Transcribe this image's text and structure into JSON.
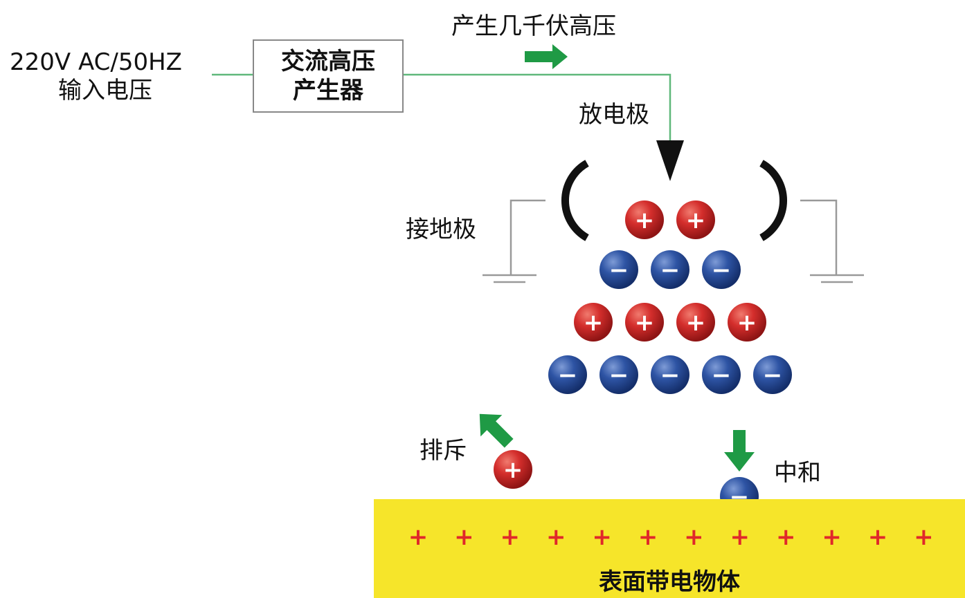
{
  "input": {
    "voltage": "220V AC/50HZ",
    "label": "输入电压"
  },
  "generator": {
    "line1": "交流高压",
    "line2": "产生器"
  },
  "output_label": "产生几千伏高压",
  "discharge_electrode": "放电极",
  "ground_electrode": "接地极",
  "repel_label": "排斥",
  "neutralize_label": "中和",
  "surface_label": "表面带电物体",
  "ions": {
    "positive_symbol": "+",
    "negative_symbol": "−",
    "rows": [
      {
        "charge": "positive",
        "count": 2
      },
      {
        "charge": "negative",
        "count": 3
      },
      {
        "charge": "positive",
        "count": 4
      },
      {
        "charge": "negative",
        "count": 5
      }
    ],
    "surface_charge_count": 12
  },
  "colors": {
    "wire": "#5fb87a",
    "arrow": "#1f9a45",
    "positive_ion": "#c8262a",
    "negative_ion": "#2a4c9a",
    "surface": "#f6e52a",
    "surface_charge": "#e0282a"
  }
}
